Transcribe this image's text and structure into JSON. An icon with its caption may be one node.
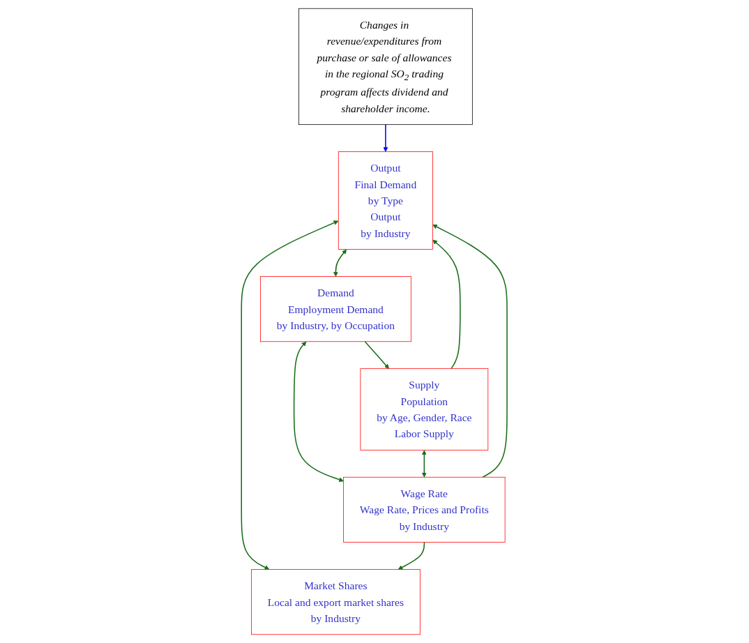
{
  "diagram": {
    "nodes": [
      {
        "text": [
          "Changes in revenue/expenditures from purchase or sale of allowances in the regional SO$_{2}$ trading program affects dividend and shareholder income."
        ]
      },
      {
        "text": [
          "Output",
          "Final Demand",
          "by Type",
          "Output",
          "by Industry"
        ]
      },
      {
        "text": [
          "Supply",
          "Population",
          "by Age, Gender, Race",
          "Labor Supply"
        ]
      },
      {
        "text": [
          "Demand",
          "Employment Demand",
          "by Industry, by Occupation"
        ]
      },
      {
        "text": [
          "Market Shares",
          "Local and export market shares",
          "by Industry"
        ]
      },
      {
        "text": [
          "Wage Rate",
          "Wage Rate, Prices and Profits",
          "by Industry"
        ]
      }
    ],
    "edges": [
      {
        "from": 0,
        "to": 1,
        "arrow": "to",
        "color": "#0000ff"
      },
      {
        "from": 2,
        "to": 1,
        "arrow": "to"
      },
      {
        "from": 1,
        "to": 3,
        "arrow": "both"
      },
      {
        "from": 1,
        "to": 4,
        "arrow": "both"
      },
      {
        "from": 3,
        "to": 2,
        "arrow": "to"
      },
      {
        "from": 3,
        "to": 5,
        "arrow": "both"
      },
      {
        "from": 2,
        "to": 5,
        "arrow": "both"
      },
      {
        "from": 5,
        "to": 1,
        "arrow": "to"
      },
      {
        "from": 5,
        "to": 4,
        "arrow": "to"
      }
    ]
  }
}
